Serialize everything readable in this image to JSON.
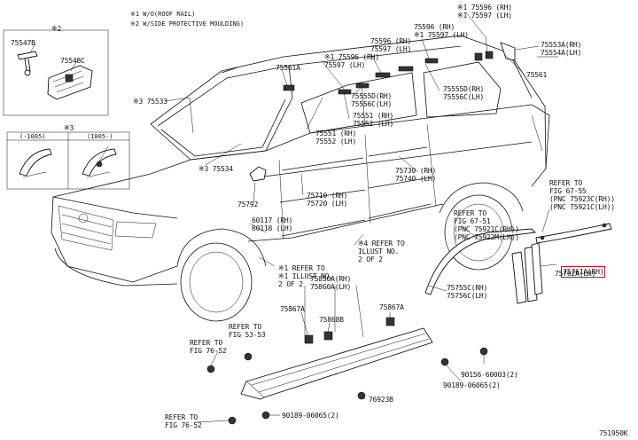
{
  "notes": {
    "n1": "※1 W/O(ROOF RAIL)",
    "n2": "※2 W/SIDE PROTECTIVE MOULDING)"
  },
  "inset_detail": {
    "marker": "※2",
    "parts": [
      "75547B",
      "75548C"
    ]
  },
  "variant_box": {
    "marker": "※3",
    "left_tag": "(-1005)",
    "right_tag": "(1005-)"
  },
  "callouts": [
    {
      "id": "c1",
      "text": "※1 75596 (RH)\n※1 75597 (LH)"
    },
    {
      "id": "c2",
      "text": "75596 (RH)\n※1 75597 (LH)"
    },
    {
      "id": "c3",
      "text": "75553A(RH)\n75554A(LH)"
    },
    {
      "id": "c4",
      "text": "75561"
    },
    {
      "id": "c5",
      "text": "75561A"
    },
    {
      "id": "c6",
      "text": "※1 75596 (RH)\n75597 (LH)"
    },
    {
      "id": "c7",
      "text": "75596 (RH)\n75597 (LH)"
    },
    {
      "id": "c8",
      "text": "75555D(RH)\n75556C(LH)"
    },
    {
      "id": "c9",
      "text": "75555D(RH)\n75556C(LH)"
    },
    {
      "id": "c10",
      "text": "※3 75533"
    },
    {
      "id": "c11",
      "text": "75551 (RH)\n75552 (LH)"
    },
    {
      "id": "c12",
      "text": "75551 (RH)\n75552 (LH)"
    },
    {
      "id": "c13",
      "text": "※3 75534"
    },
    {
      "id": "c14",
      "text": "75730 (RH)\n75740 (LH)"
    },
    {
      "id": "c15",
      "text": "75710 (RH)\n75720 (LH)"
    },
    {
      "id": "c16",
      "text": "75792"
    },
    {
      "id": "c17",
      "text": "60117 (RH)\n60118 (LH)"
    },
    {
      "id": "c18",
      "text": "※4 REFER TO\nILLUST NO.\n2 OF 2"
    },
    {
      "id": "c19",
      "text": "※1 REFER TO\n※1 ILLUST NO.\n2 OF 2"
    },
    {
      "id": "c20",
      "text": "REFER TO\nFIG 67-51\n(PNC 75921C(RH))\n(PNC 75922M(LH))"
    },
    {
      "id": "c21",
      "text": "REFER TO\nFIG 67-55\n(PNC 75923C(RH))\n(PNC 75921C(LH))"
    },
    {
      "id": "c22",
      "text": "75755C(RH)\n75756C(LH)"
    },
    {
      "id": "c23",
      "text": "75850A(RH)\n75860A(LH)"
    },
    {
      "id": "c24",
      "text": "75867A"
    },
    {
      "id": "c25",
      "text": "75868B"
    },
    {
      "id": "c26",
      "text": "75867A"
    },
    {
      "id": "c27",
      "text": "REFER TO\nFIG 53-53"
    },
    {
      "id": "c28",
      "text": "REFER TO\nFIG 76-52"
    },
    {
      "id": "c29",
      "text": "90156-60003(2)"
    },
    {
      "id": "c30",
      "text": "90189-06065(2)"
    },
    {
      "id": "c31",
      "text": "76923B"
    },
    {
      "id": "c32",
      "text": "REFER TO\nFIG 76-52"
    },
    {
      "id": "c33",
      "text": "90189-06065(2)"
    }
  ],
  "highlighted": {
    "line1": "75761A(RH)",
    "line2": "75762A(LH)"
  },
  "diagram_id": "751950K",
  "highlight_color": "#c8102e"
}
